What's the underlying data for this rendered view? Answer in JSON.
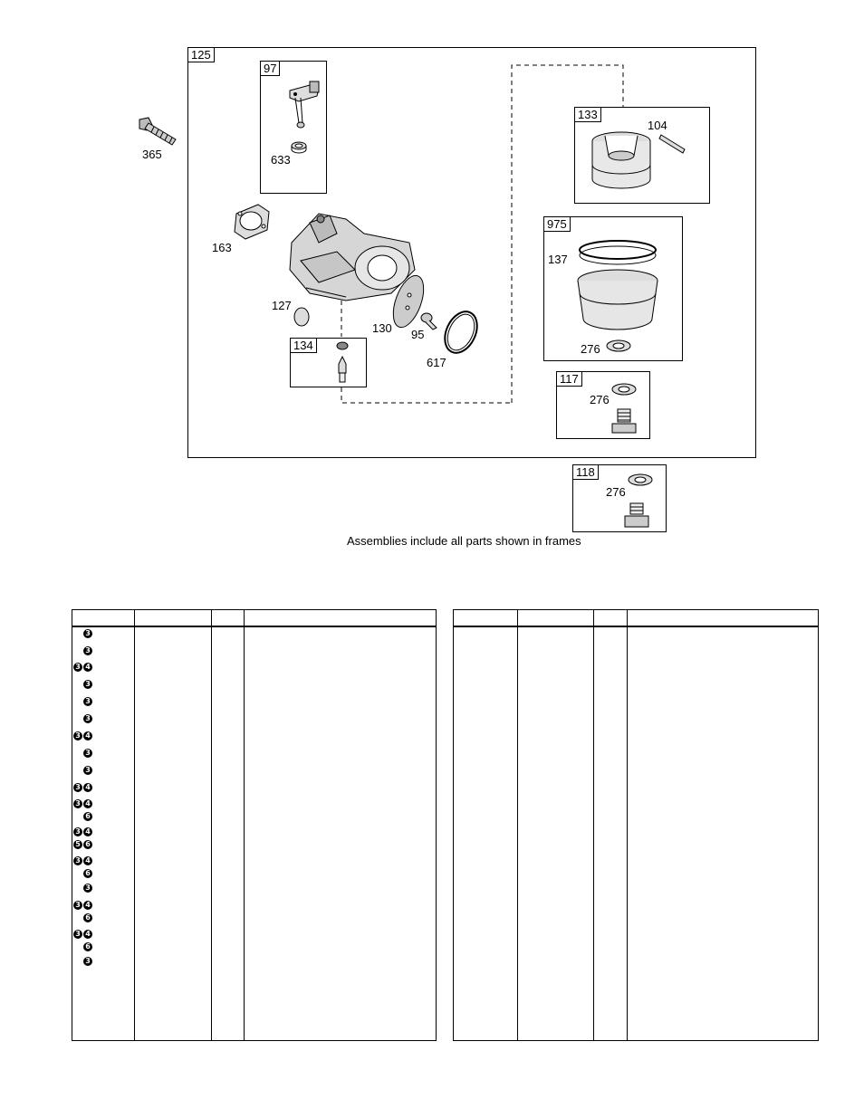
{
  "caption": "Assemblies include all parts shown in frames",
  "frames": {
    "f125": "125",
    "f97": "97",
    "f133": "133",
    "f975": "975",
    "f134": "134",
    "f117": "117",
    "f118": "118"
  },
  "parts": {
    "p365": "365",
    "p633": "633",
    "p104": "104",
    "p163": "163",
    "p137": "137",
    "p127": "127",
    "p130": "130",
    "p95": "95",
    "p617": "617",
    "p276a": "276",
    "p276b": "276",
    "p276c": "276"
  },
  "table_left": {
    "markers": [
      [
        "3"
      ],
      [
        "3"
      ],
      [
        "3",
        "4"
      ],
      [
        "3"
      ],
      [
        "3"
      ],
      [
        "3"
      ],
      [
        "3",
        "4"
      ],
      [
        "3"
      ],
      [
        "3"
      ],
      [
        "3",
        "4"
      ],
      [
        "3",
        "4"
      ],
      [
        "6"
      ],
      [
        "3",
        "4"
      ],
      [
        "5",
        "6"
      ],
      [
        "3",
        "4"
      ],
      [
        "6"
      ],
      [
        "3"
      ],
      [
        "3",
        "4"
      ],
      [
        "6"
      ],
      [
        "3",
        "4"
      ],
      [
        "6"
      ],
      [
        "3"
      ]
    ]
  }
}
